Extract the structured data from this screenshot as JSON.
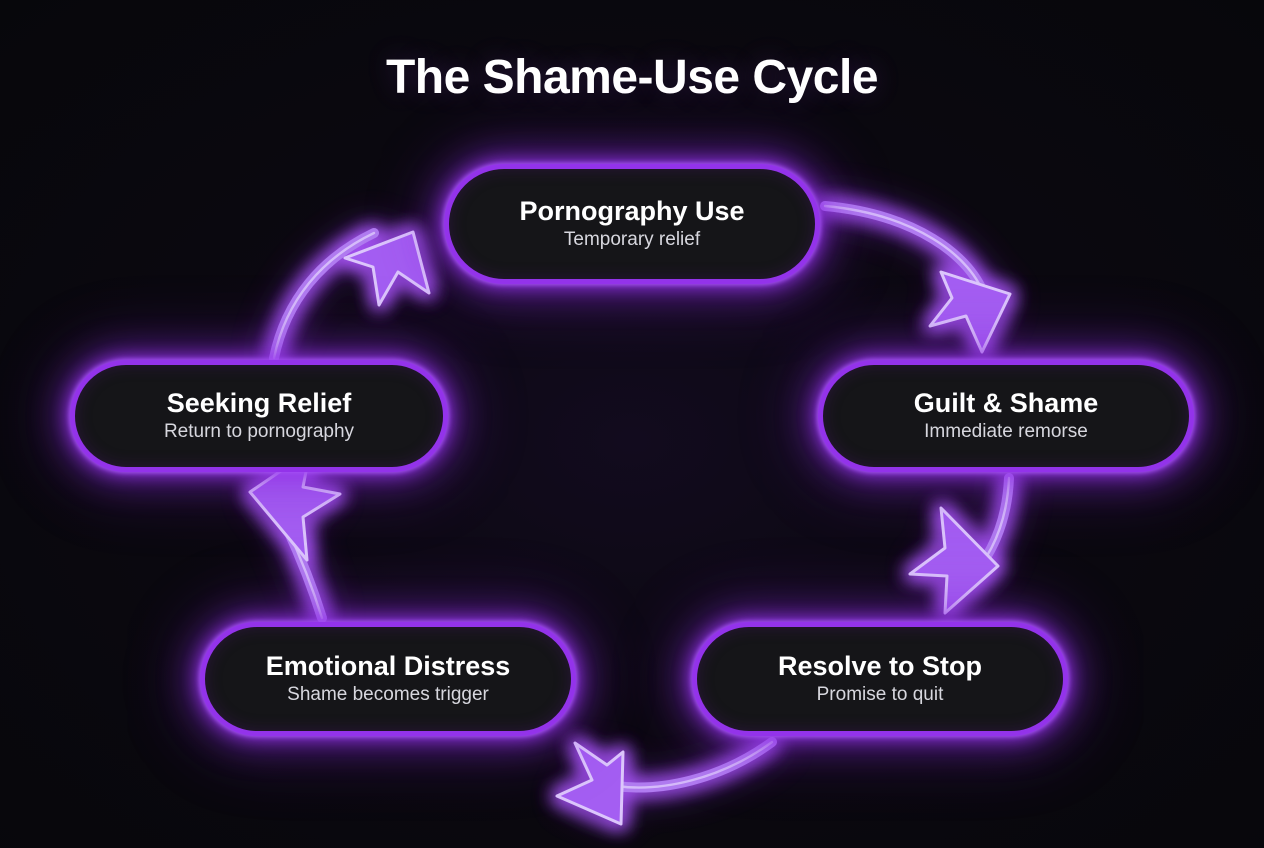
{
  "title": "The Shame-Use Cycle",
  "theme": {
    "background": "#0a0a0f",
    "node_fill": "#151518",
    "node_border": "#9333ea",
    "glow": "#a855f7",
    "arrow_stroke": "#c4a0f5",
    "arrow_core": "#a855f7",
    "title_color": "#ffffff",
    "subtitle_color": "#d7d7de"
  },
  "diagram": {
    "type": "cycle",
    "direction": "clockwise",
    "node_count": 5,
    "arrow_count": 5,
    "nodes": [
      {
        "id": "pornography-use",
        "title": "Pornography Use",
        "subtitle": "Temporary relief"
      },
      {
        "id": "guilt-and-shame",
        "title": "Guilt & Shame",
        "subtitle": "Immediate remorse"
      },
      {
        "id": "resolve-to-stop",
        "title": "Resolve to Stop",
        "subtitle": "Promise to quit"
      },
      {
        "id": "emotional-distress",
        "title": "Emotional Distress",
        "subtitle": "Shame becomes trigger"
      },
      {
        "id": "seeking-relief",
        "title": "Seeking Relief",
        "subtitle": "Return to pornography"
      }
    ],
    "arrows": [
      {
        "id": "arrow-use-to-shame",
        "from": "pornography-use",
        "to": "guilt-and-shame"
      },
      {
        "id": "arrow-shame-to-resolve",
        "from": "guilt-and-shame",
        "to": "resolve-to-stop"
      },
      {
        "id": "arrow-resolve-to-distress",
        "from": "resolve-to-stop",
        "to": "emotional-distress"
      },
      {
        "id": "arrow-distress-to-relief",
        "from": "emotional-distress",
        "to": "seeking-relief"
      },
      {
        "id": "arrow-relief-to-use",
        "from": "seeking-relief",
        "to": "pornography-use"
      }
    ]
  }
}
